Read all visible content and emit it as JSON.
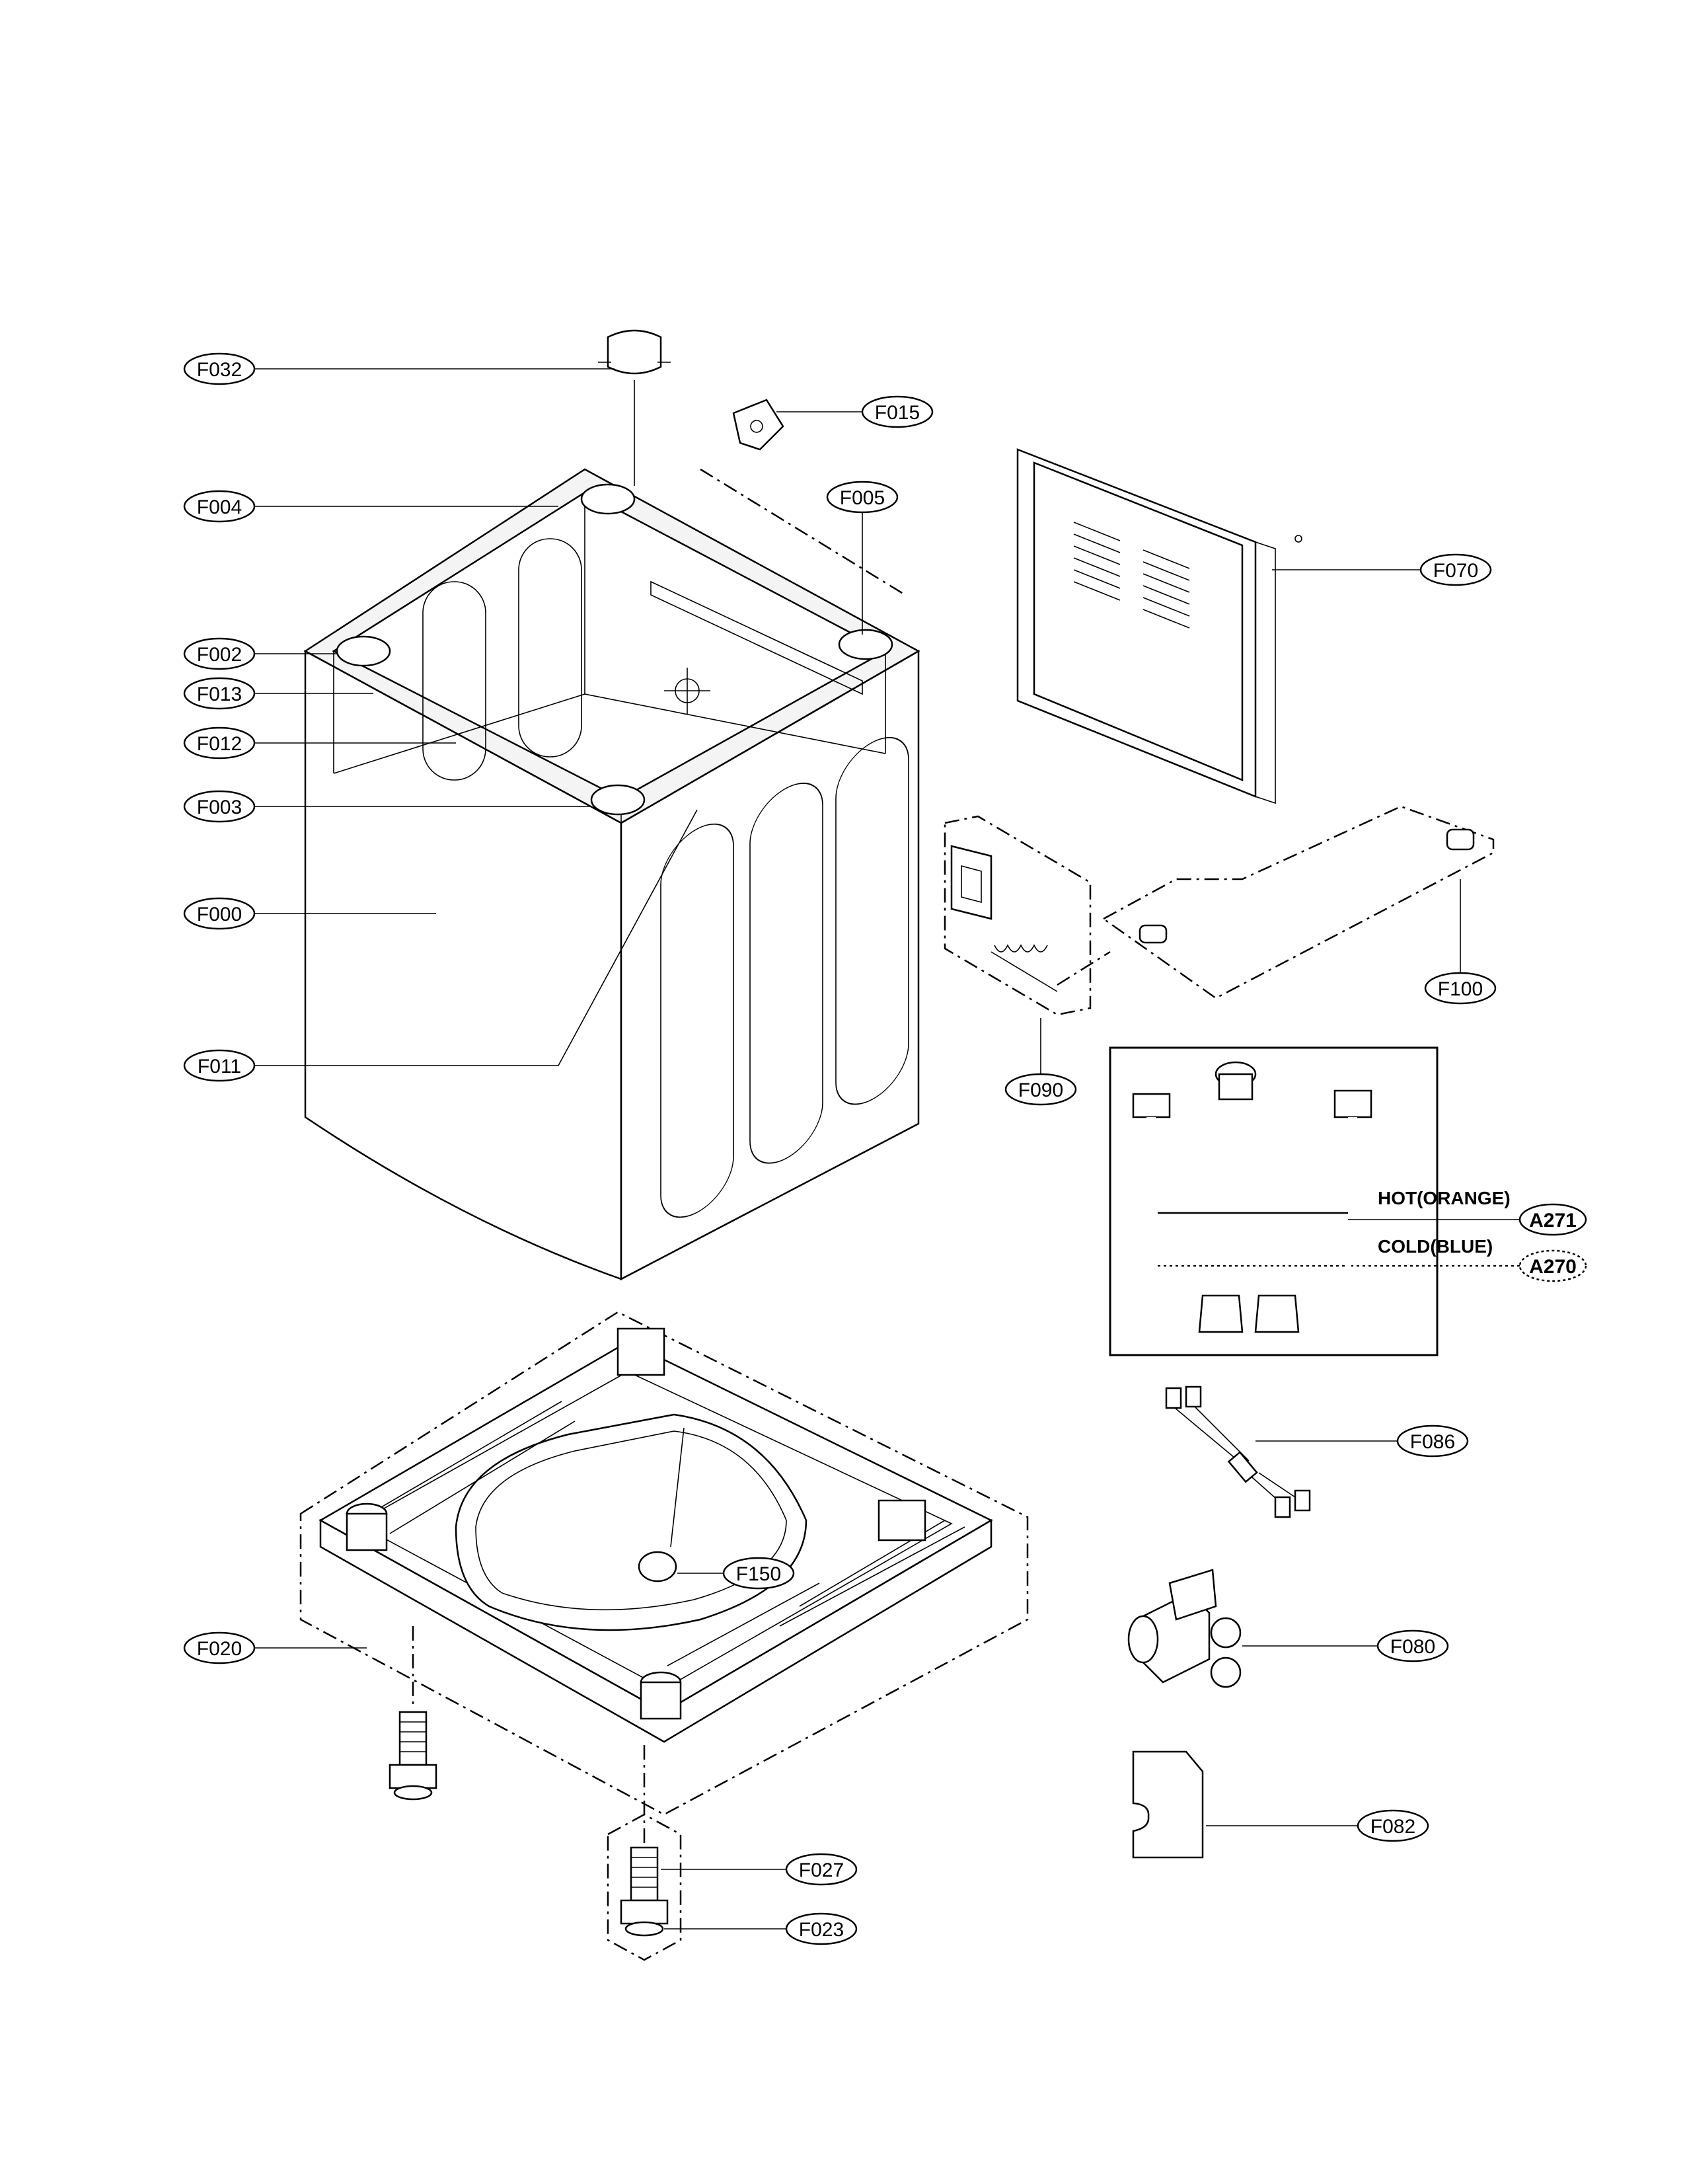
{
  "callouts": {
    "F032": "F032",
    "F015": "F015",
    "F004": "F004",
    "F005": "F005",
    "F070": "F070",
    "F002": "F002",
    "F013": "F013",
    "F012": "F012",
    "F003": "F003",
    "F000": "F000",
    "F011": "F011",
    "F090": "F090",
    "F100": "F100",
    "A271": "A271",
    "A270": "A270",
    "F086": "F086",
    "F150": "F150",
    "F020": "F020",
    "F080": "F080",
    "F082": "F082",
    "F027": "F027",
    "F023": "F023"
  },
  "hose_labels": {
    "hot": "HOT(ORANGE)",
    "cold": "COLD(BLUE)"
  }
}
